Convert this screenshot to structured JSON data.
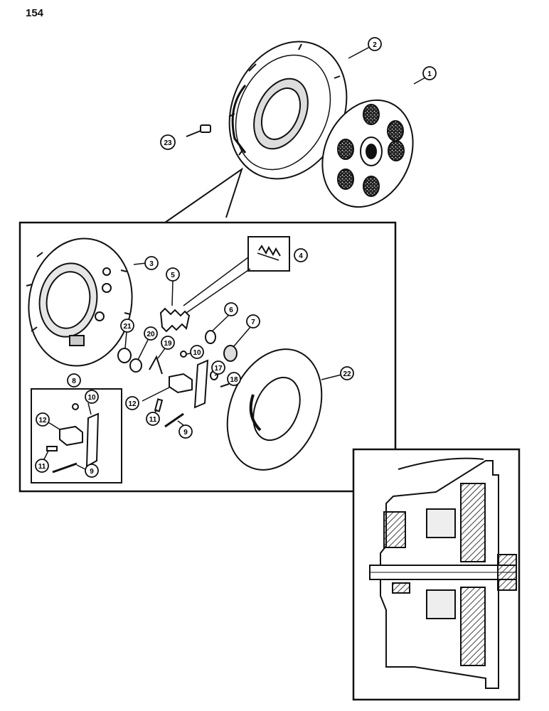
{
  "page": {
    "number": "154"
  },
  "callouts": {
    "c1": "1",
    "c2": "2",
    "c3": "3",
    "c4": "4",
    "c5": "5",
    "c6": "6",
    "c7": "7",
    "c8": "8",
    "c9": "9",
    "c9b": "9",
    "c10": "10",
    "c10b": "10",
    "c11": "11",
    "c11b": "11",
    "c12": "12",
    "c12b": "12",
    "c17": "17",
    "c18": "18",
    "c19": "19",
    "c20": "20",
    "c21": "21",
    "c22": "22",
    "c23": "23"
  }
}
